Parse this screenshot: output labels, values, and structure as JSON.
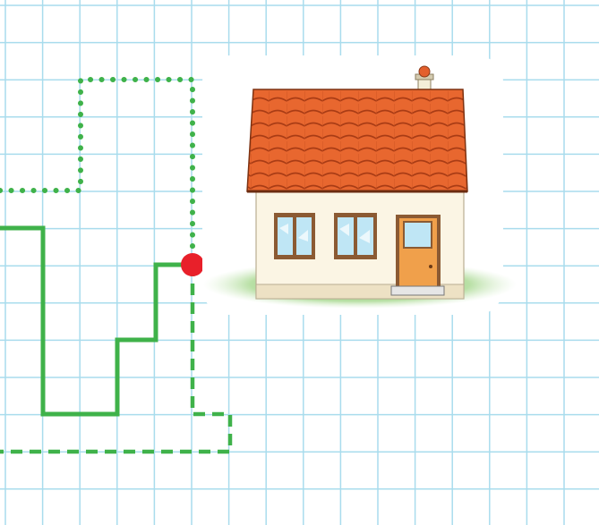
{
  "grid": {
    "line_color": "#a9dced",
    "background": "#ffffff"
  },
  "paths": {
    "solid": {
      "style": "solid",
      "color": "#3fb24a"
    },
    "dotted": {
      "style": "dotted",
      "color": "#3fb24a"
    },
    "dashed": {
      "style": "dashed",
      "color": "#3fb24a"
    }
  },
  "meeting_point": {
    "color": "#e8202a"
  },
  "house": {
    "roof_color": "#e5622a",
    "wall_color": "#fbf5e4",
    "door_color": "#f0a04b",
    "window_glass_color": "#bfe6f5",
    "grass_color": "#6dbd4a"
  }
}
